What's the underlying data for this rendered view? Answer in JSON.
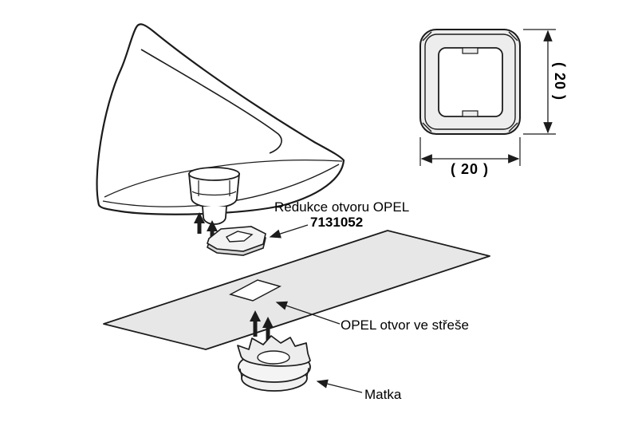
{
  "diagram": {
    "labels": {
      "reduction": "Redukce otvoru OPEL",
      "part_number": "7131052",
      "roof_hole": "OPEL otvor ve střeše",
      "nut": "Matka"
    },
    "dimensions": {
      "width": "( 20 )",
      "height": "( 20 )"
    },
    "colors": {
      "line": "#1c1c1c",
      "panel_fill": "#e7e7e7",
      "part_fill": "#f0f0f0",
      "wall_fill": "#ededed",
      "background": "#ffffff"
    }
  }
}
